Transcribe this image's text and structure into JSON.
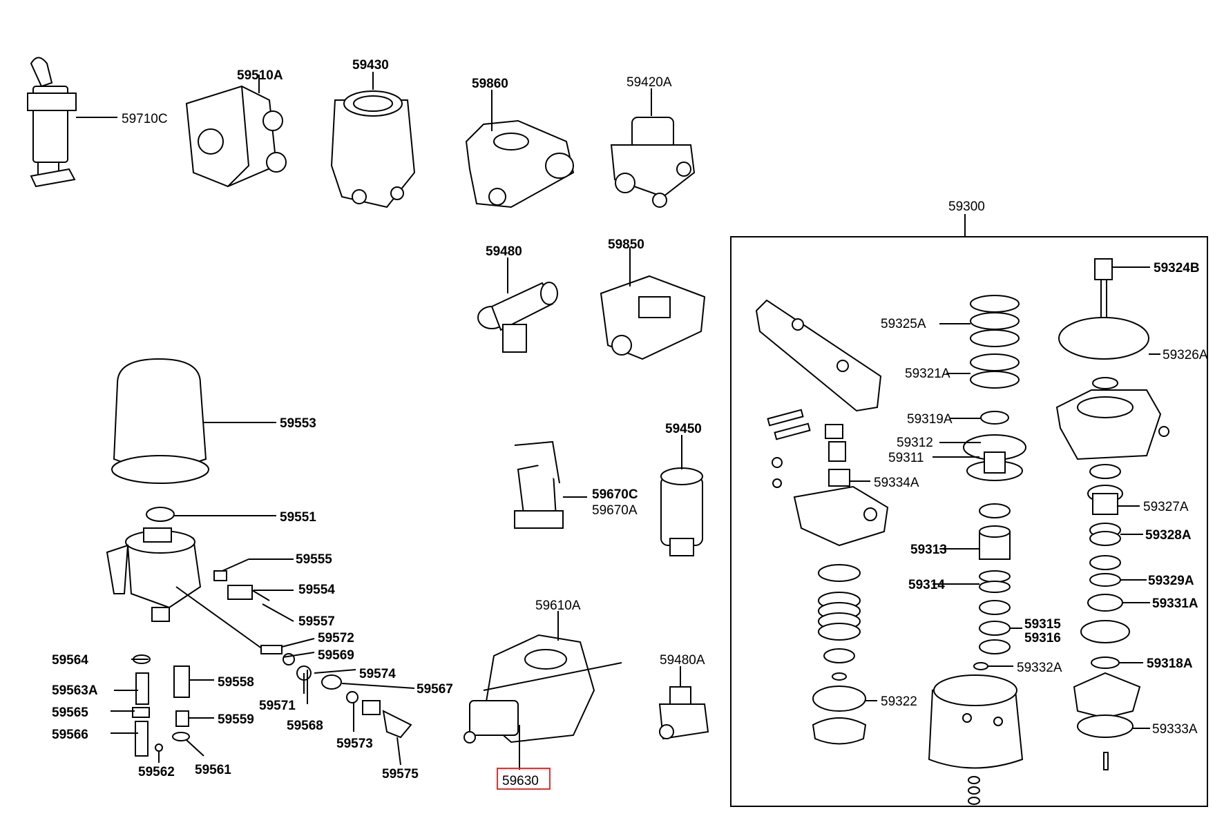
{
  "labels": {
    "l59710C": "59710C",
    "l59510A": "59510A",
    "l59430": "59430",
    "l59860": "59860",
    "l59420A": "59420A",
    "l59300": "59300",
    "l59480": "59480",
    "l59850": "59850",
    "l59553": "59553",
    "l59551": "59551",
    "l59555": "59555",
    "l59554": "59554",
    "l59557": "59557",
    "l59572": "59572",
    "l59569": "59569",
    "l59574": "59574",
    "l59567": "59567",
    "l59564": "59564",
    "l59563A": "59563A",
    "l59558": "59558",
    "l59571": "59571",
    "l59568": "59568",
    "l59565": "59565",
    "l59559": "59559",
    "l59566": "59566",
    "l59573": "59573",
    "l59562": "59562",
    "l59561": "59561",
    "l59575": "59575",
    "l59450": "59450",
    "l59670C": "59670C",
    "l59670A": "59670A",
    "l59610A": "59610A",
    "l59480A": "59480A",
    "l59630": "59630",
    "l59324B": "59324B",
    "l59325A": "59325A",
    "l59326A": "59326A",
    "l59321A": "59321A",
    "l59319A": "59319A",
    "l59312": "59312",
    "l59311": "59311",
    "l59334A": "59334A",
    "l59327A": "59327A",
    "l59328A": "59328A",
    "l59313": "59313",
    "l59329A": "59329A",
    "l59314": "59314",
    "l59331A": "59331A",
    "l59315": "59315",
    "l59316": "59316",
    "l59332A": "59332A",
    "l59318A": "59318A",
    "l59322": "59322",
    "l59333A": "59333A"
  },
  "highlight_color": "#e03030"
}
